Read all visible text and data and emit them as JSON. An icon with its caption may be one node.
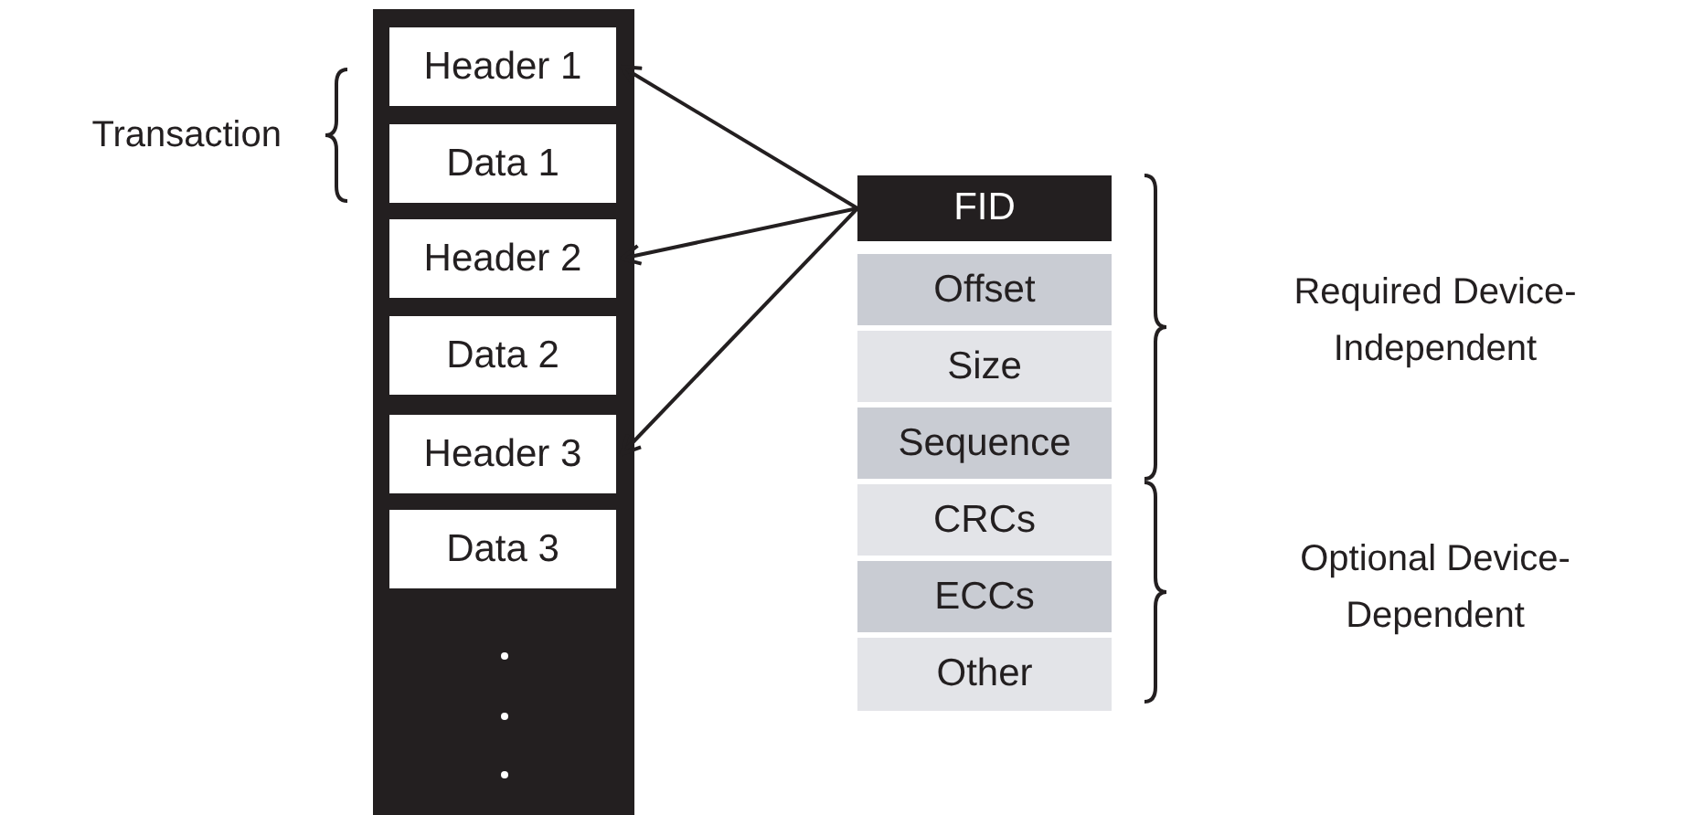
{
  "diagram": {
    "nodes": [
      {
        "text": [],
        "shape": "box"
      },
      {
        "text": [
          "Header 1"
        ],
        "in": 0
      },
      {
        "text": [
          "Data 1"
        ],
        "in": 0
      },
      {
        "text": [
          "Header 2"
        ],
        "in": 0
      },
      {
        "text": [
          "Data 2"
        ],
        "in": 0
      },
      {
        "text": [
          "Header 3"
        ],
        "in": 0
      },
      {
        "text": [
          "Data 3"
        ],
        "in": 0
      },
      {
        "text": [
          "FID"
        ]
      },
      {
        "text": [
          "Offset"
        ]
      },
      {
        "text": [
          "Size"
        ]
      },
      {
        "text": [
          "Sequence"
        ]
      },
      {
        "text": [
          "CRCs"
        ]
      },
      {
        "text": [
          "ECCs"
        ]
      },
      {
        "text": [
          "Other"
        ]
      }
    ],
    "edges": [
      {
        "from": 7,
        "to": 1,
        "arrow": "to"
      },
      {
        "from": 7,
        "to": 3,
        "arrow": "to"
      },
      {
        "from": 7,
        "to": 5,
        "arrow": "to"
      }
    ],
    "labels": [
      "Transaction",
      "Required Device-Independent",
      "Optional Device-Dependent"
    ]
  }
}
